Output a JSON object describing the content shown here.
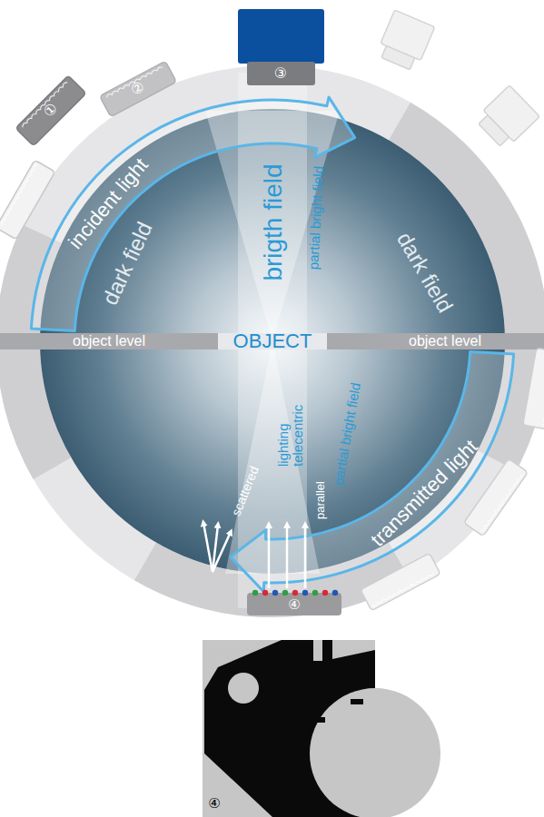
{
  "diagram": {
    "labels": [
      "incident light",
      "dark field",
      "brigth field",
      "partial bright field",
      "dark field",
      "object level",
      "OBJECT",
      "object level",
      "lighting telecentric",
      "partial bright field",
      "parallel",
      "scattered",
      "transmitted light",
      "①",
      "②",
      "③",
      "④",
      "④"
    ]
  }
}
